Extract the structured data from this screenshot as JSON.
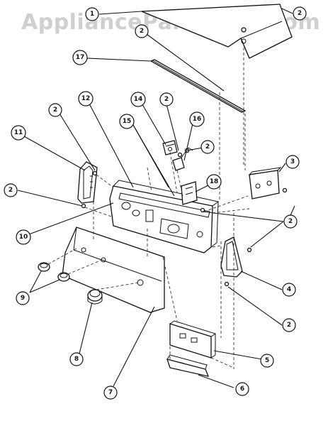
{
  "watermark": "AppliancePartsPros.com",
  "callouts": [
    {
      "id": "c1",
      "label": "1"
    },
    {
      "id": "c2a",
      "label": "2"
    },
    {
      "id": "c2b",
      "label": "2"
    },
    {
      "id": "c17",
      "label": "17"
    },
    {
      "id": "c14",
      "label": "14"
    },
    {
      "id": "c2c",
      "label": "2"
    },
    {
      "id": "c12",
      "label": "12"
    },
    {
      "id": "c2d",
      "label": "2"
    },
    {
      "id": "c15",
      "label": "15"
    },
    {
      "id": "c16",
      "label": "16"
    },
    {
      "id": "c2e",
      "label": "2"
    },
    {
      "id": "c11",
      "label": "11"
    },
    {
      "id": "c3",
      "label": "3"
    },
    {
      "id": "c2f",
      "label": "2"
    },
    {
      "id": "c18",
      "label": "18"
    },
    {
      "id": "c2g",
      "label": "2"
    },
    {
      "id": "c10",
      "label": "10"
    },
    {
      "id": "c4",
      "label": "4"
    },
    {
      "id": "c9",
      "label": "9"
    },
    {
      "id": "c2h",
      "label": "2"
    },
    {
      "id": "c8",
      "label": "8"
    },
    {
      "id": "c5",
      "label": "5"
    },
    {
      "id": "c7",
      "label": "7"
    },
    {
      "id": "c6",
      "label": "6"
    }
  ]
}
